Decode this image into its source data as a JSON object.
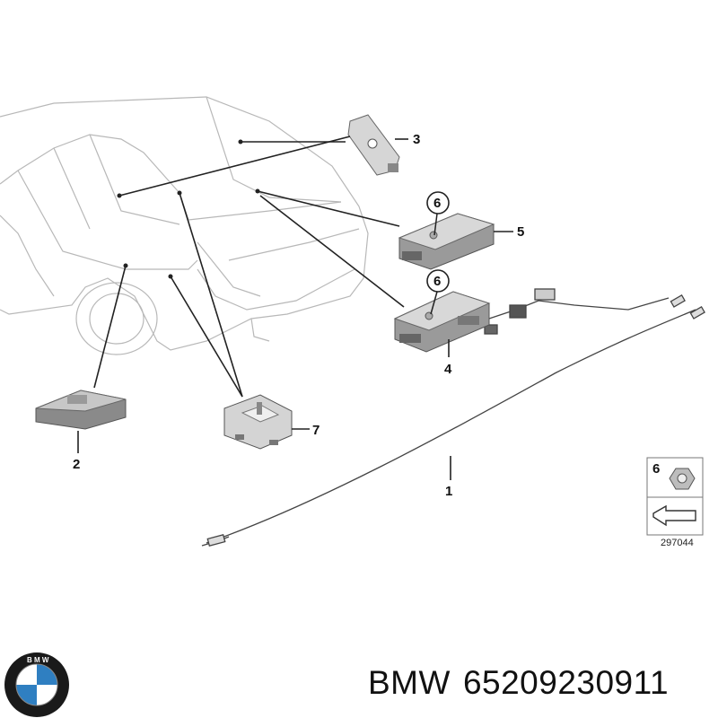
{
  "callouts": {
    "c1": "1",
    "c2": "2",
    "c3": "3",
    "c4": "4",
    "c5": "5",
    "c6a": "6",
    "c6b": "6",
    "c7": "7"
  },
  "legend": {
    "item_number": "6",
    "code": "297044"
  },
  "footer": {
    "brand": "BMW",
    "part_number": "65209230911"
  },
  "logo": {
    "text": "BMW",
    "colors": {
      "ring": "#1a1a1a",
      "blue": "#2f7fc1",
      "white": "#ffffff"
    }
  }
}
